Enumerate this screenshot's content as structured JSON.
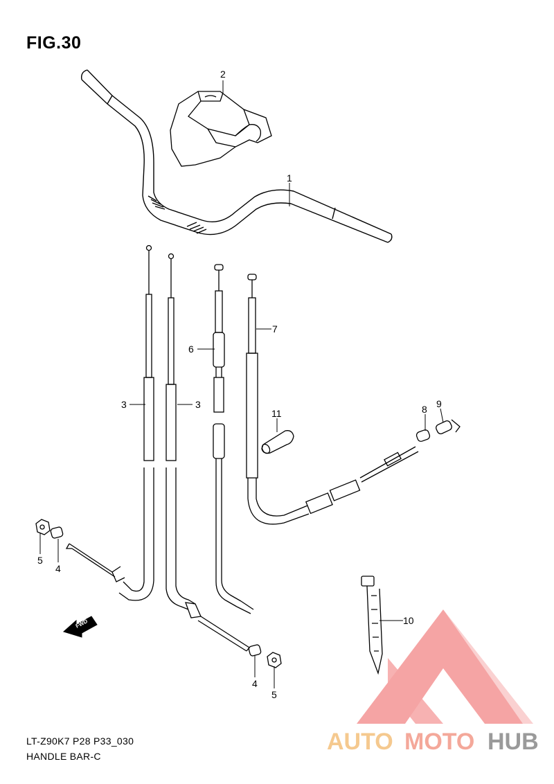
{
  "figure_title": "FIG.30",
  "footer": {
    "model_code": "LT-Z90K7 P28 P33_030",
    "section_name": "HANDLE BAR-C"
  },
  "direction_marker": "FWD",
  "callouts": {
    "c1": "1",
    "c2": "2",
    "c3a": "3",
    "c3b": "3",
    "c4a": "4",
    "c4b": "4",
    "c5a": "5",
    "c5b": "5",
    "c6": "6",
    "c7": "7",
    "c8": "8",
    "c9": "9",
    "c10": "10",
    "c11": "11"
  },
  "watermark": {
    "part1": "AUTO",
    "part2": "MOTO",
    "part3": "HUB",
    "colors": {
      "part1": "#f5c98f",
      "part2": "#f4a89a",
      "part3": "#9a9a9a",
      "triangle": "#f49b9b"
    }
  },
  "line_color": "#000000"
}
